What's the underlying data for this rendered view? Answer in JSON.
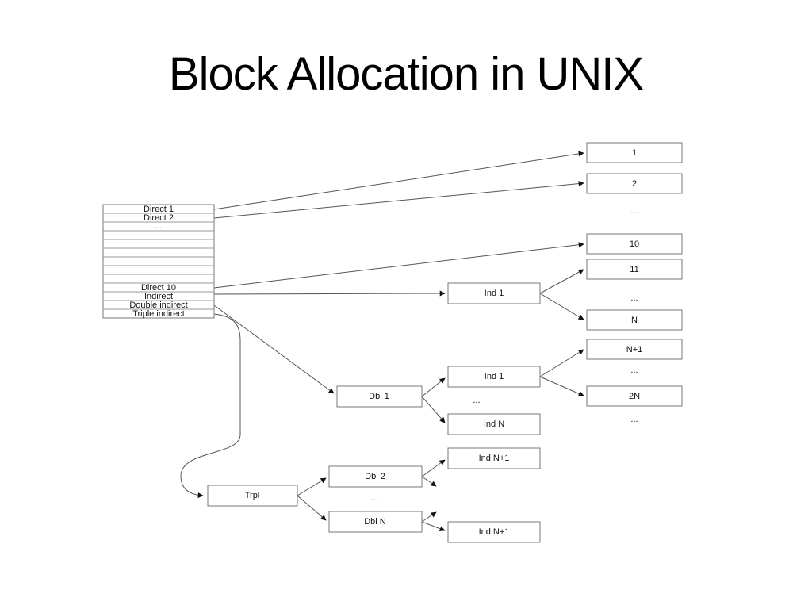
{
  "title": "Block Allocation in UNIX",
  "inode_table": {
    "rows": {
      "direct1": "Direct 1",
      "direct2": "Direct 2",
      "ellipsis": "...",
      "direct10": "Direct 10",
      "indirect": "Indirect",
      "double_indirect": "Double indirect",
      "triple_indirect": "Triple indirect"
    }
  },
  "data_blocks": {
    "b1": "1",
    "b2": "2",
    "ellipsis1": "...",
    "b10": "10",
    "b11": "11",
    "ellipsis2": "...",
    "bN": "N",
    "bN_plus_1": "N+1",
    "ellipsis3": "...",
    "b2N": "2N",
    "ellipsis4": "..."
  },
  "indirect_blocks": {
    "ind1_first": "Ind 1",
    "ind1_second": "Ind 1",
    "ellipsis": "...",
    "indN": "Ind N",
    "indN_plus_1_upper": "Ind N+1",
    "indN_plus_1_lower": "Ind N+1"
  },
  "double_indirect_blocks": {
    "dbl1": "Dbl 1",
    "dbl2": "Dbl 2",
    "ellipsis": "...",
    "dblN": "Dbl N"
  },
  "triple_indirect_blocks": {
    "trpl": "Trpl"
  }
}
